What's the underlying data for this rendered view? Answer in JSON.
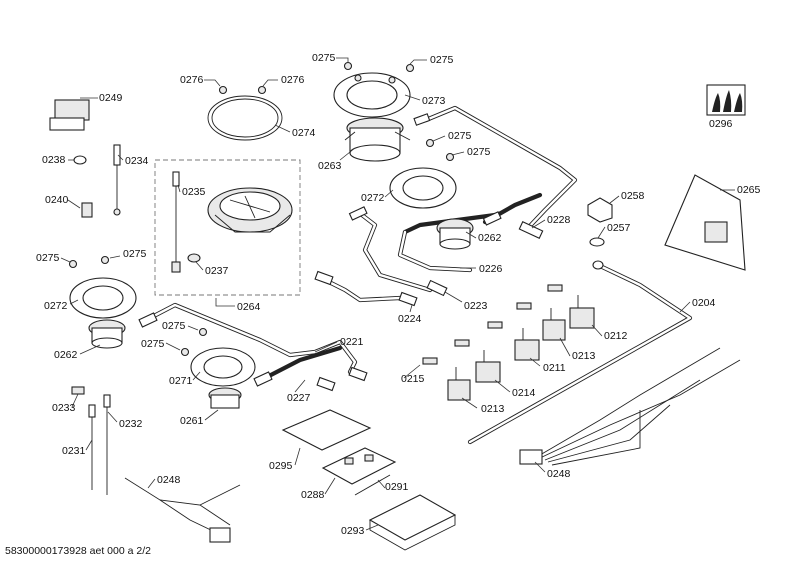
{
  "diagram": {
    "labels": [
      {
        "id": "l0275a",
        "text": "0275"
      },
      {
        "id": "l0275b",
        "text": "0275"
      },
      {
        "id": "l0276a",
        "text": "0276"
      },
      {
        "id": "l0276b",
        "text": "0276"
      },
      {
        "id": "l0249",
        "text": "0249"
      },
      {
        "id": "l0273",
        "text": "0273"
      },
      {
        "id": "l0274",
        "text": "0274"
      },
      {
        "id": "l0296",
        "text": "0296"
      },
      {
        "id": "l0238",
        "text": "0238"
      },
      {
        "id": "l0234",
        "text": "0234"
      },
      {
        "id": "l0263",
        "text": "0263"
      },
      {
        "id": "l0275c",
        "text": "0275"
      },
      {
        "id": "l0275d",
        "text": "0275"
      },
      {
        "id": "l0235",
        "text": "0235"
      },
      {
        "id": "l0272a",
        "text": "0272"
      },
      {
        "id": "l0258",
        "text": "0258"
      },
      {
        "id": "l0265",
        "text": "0265"
      },
      {
        "id": "l0240",
        "text": "0240"
      },
      {
        "id": "l0228",
        "text": "0228"
      },
      {
        "id": "l0257",
        "text": "0257"
      },
      {
        "id": "l0262a",
        "text": "0262"
      },
      {
        "id": "l0275e",
        "text": "0275"
      },
      {
        "id": "l0275f",
        "text": "0275"
      },
      {
        "id": "l0237",
        "text": "0237"
      },
      {
        "id": "l0226",
        "text": "0226"
      },
      {
        "id": "l0272b",
        "text": "0272"
      },
      {
        "id": "l0264",
        "text": "0264"
      },
      {
        "id": "l0223",
        "text": "0223"
      },
      {
        "id": "l0204",
        "text": "0204"
      },
      {
        "id": "l0224",
        "text": "0224"
      },
      {
        "id": "l0275g",
        "text": "0275"
      },
      {
        "id": "l0212",
        "text": "0212"
      },
      {
        "id": "l0262b",
        "text": "0262"
      },
      {
        "id": "l0275h",
        "text": "0275"
      },
      {
        "id": "l0221",
        "text": "0221"
      },
      {
        "id": "l0213a",
        "text": "0213"
      },
      {
        "id": "l0271",
        "text": "0271"
      },
      {
        "id": "l0215",
        "text": "0215"
      },
      {
        "id": "l0211",
        "text": "0211"
      },
      {
        "id": "l0227",
        "text": "0227"
      },
      {
        "id": "l0214",
        "text": "0214"
      },
      {
        "id": "l0233",
        "text": "0233"
      },
      {
        "id": "l0213b",
        "text": "0213"
      },
      {
        "id": "l0261",
        "text": "0261"
      },
      {
        "id": "l0232",
        "text": "0232"
      },
      {
        "id": "l0231",
        "text": "0231"
      },
      {
        "id": "l0295",
        "text": "0295"
      },
      {
        "id": "l0248a",
        "text": "0248"
      },
      {
        "id": "l0248b",
        "text": "0248"
      },
      {
        "id": "l0288",
        "text": "0288"
      },
      {
        "id": "l0291",
        "text": "0291"
      },
      {
        "id": "l0293",
        "text": "0293"
      }
    ],
    "footer": "58300000173928 aet 000 a 2/2"
  }
}
